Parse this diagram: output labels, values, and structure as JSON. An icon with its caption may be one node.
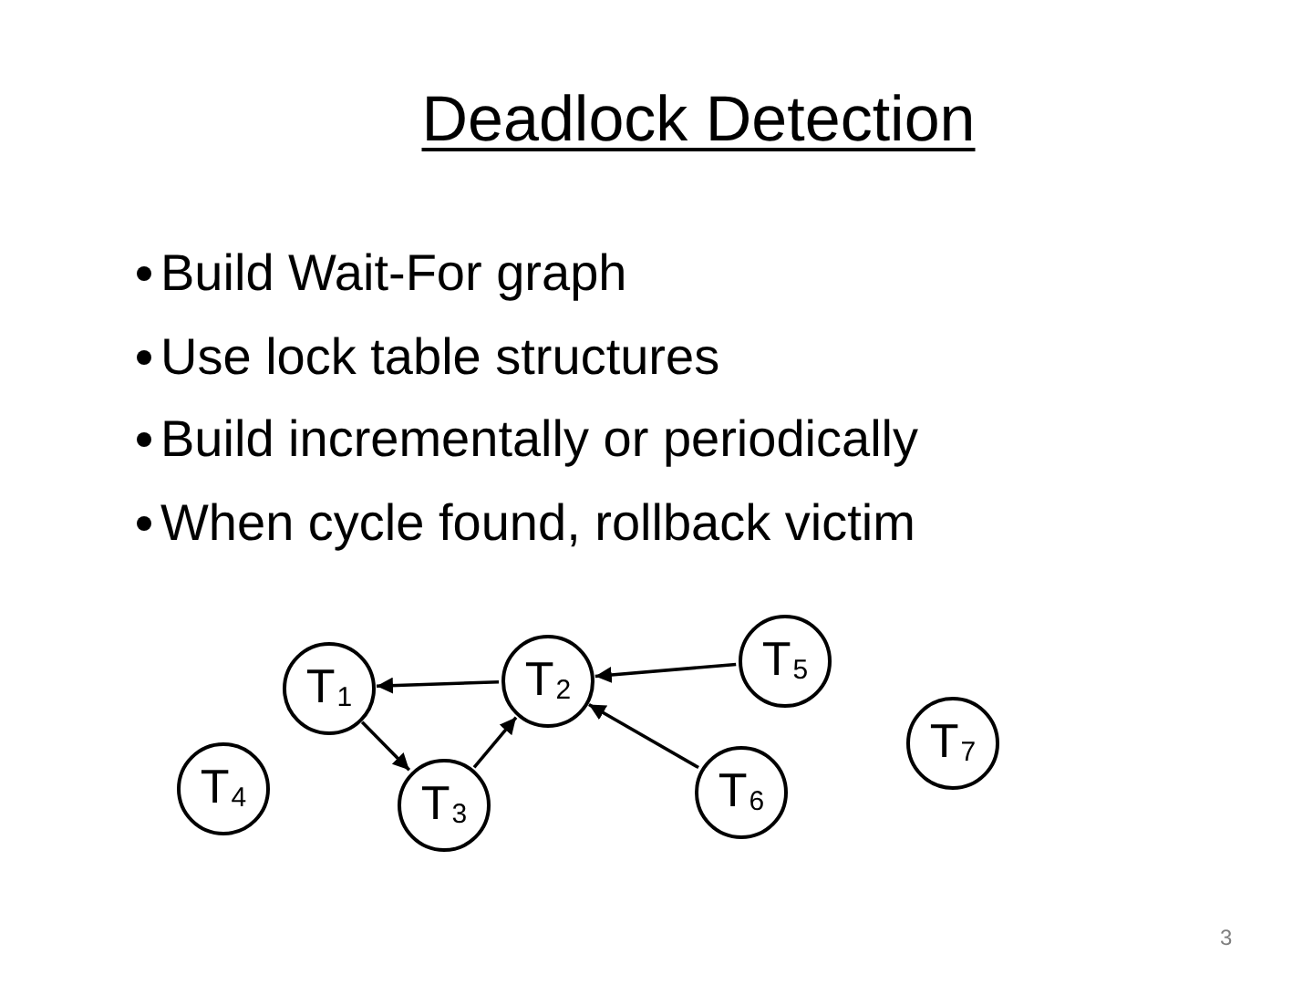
{
  "diagram": {
    "title": "Deadlock Detection",
    "nodes": [
      {
        "text": [
          "T$_{1}$"
        ]
      },
      {
        "text": [
          "T$_{2}$"
        ]
      },
      {
        "text": [
          "T$_{5}$"
        ]
      },
      {
        "text": [
          "T$_{4}$"
        ]
      },
      {
        "text": [
          "T$_{3}$"
        ]
      },
      {
        "text": [
          "T$_{6}$"
        ]
      },
      {
        "text": [
          "T$_{7}$"
        ]
      }
    ],
    "edges": [
      {
        "from": 1,
        "to": 0,
        "arrow": "to"
      },
      {
        "from": 0,
        "to": 4,
        "arrow": "to"
      },
      {
        "from": 4,
        "to": 1,
        "arrow": "to"
      },
      {
        "from": 2,
        "to": 1,
        "arrow": "to"
      },
      {
        "from": 5,
        "to": 1,
        "arrow": "to"
      }
    ],
    "labels": [
      "Build Wait-For graph",
      "Use lock table structures",
      "Build incrementally or periodically",
      "When cycle found, rollback victim",
      "3"
    ]
  }
}
